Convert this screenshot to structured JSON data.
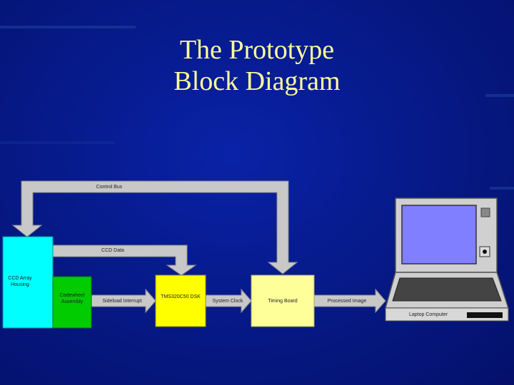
{
  "slide": {
    "title_line1": "The Prototype",
    "title_line2": "Block Diagram"
  },
  "diagram": {
    "control_bus_label": "Control Bus",
    "ccd_data_label": "CCD Data",
    "blocks": {
      "ccd_array": "CCD Array Housing",
      "codewheel": "Codewheel Assembly",
      "dsp": "TMS320C50 DSK",
      "timing_board": "Timing Board",
      "laptop": "Laptop Computer"
    },
    "arrows": {
      "interrupt": "Sideload Interrupt",
      "system_clock": "System Clock",
      "processed_image": "Processed Image"
    },
    "colors": {
      "ccd_array": "#00ffff",
      "codewheel": "#00cc00",
      "dsp": "#ffff00",
      "timing_board": "#ffff99",
      "bus": "#c8c8c8",
      "laptop_screen": "#7f7fff"
    }
  }
}
